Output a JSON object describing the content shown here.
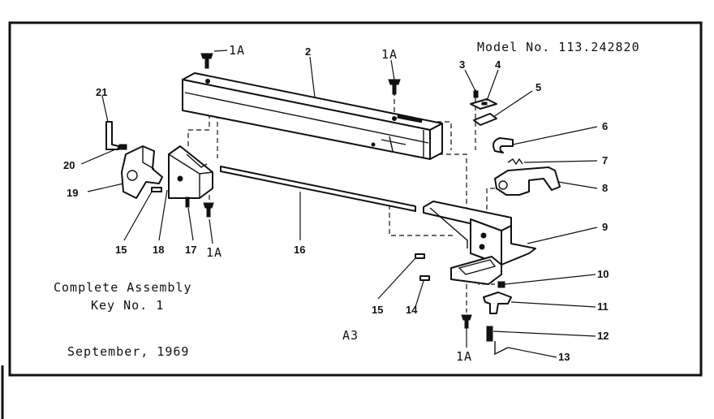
{
  "header": {
    "model": "Model No. 113.242820"
  },
  "caption": {
    "assembly_line1": "Complete Assembly",
    "assembly_line2": "Key No. 1",
    "date": "September, 1969",
    "sheet_code": "A3"
  },
  "callouts": {
    "c1a_top": "1A",
    "c2": "2",
    "c1a_mid": "1A",
    "c3": "3",
    "c4": "4",
    "c5": "5",
    "c6": "6",
    "c7": "7",
    "c8": "8",
    "c9": "9",
    "c10": "10",
    "c11": "11",
    "c12": "12",
    "c13": "13",
    "c14": "14",
    "c15_right": "15",
    "c15_left": "15",
    "c16": "16",
    "c17": "17",
    "c18": "18",
    "c19": "19",
    "c20": "20",
    "c21": "21",
    "c1a_left": "1A",
    "c1a_bottom": "1A"
  }
}
